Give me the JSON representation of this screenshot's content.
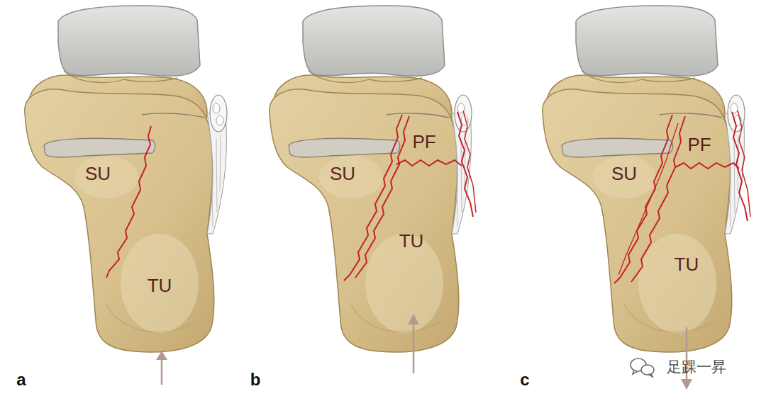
{
  "diagram": {
    "labels": [
      "SU",
      "TU",
      "a",
      "SU",
      "PF",
      "TU",
      "b",
      "SU",
      "PF",
      "TU",
      "c",
      "足踝一昇"
    ]
  }
}
